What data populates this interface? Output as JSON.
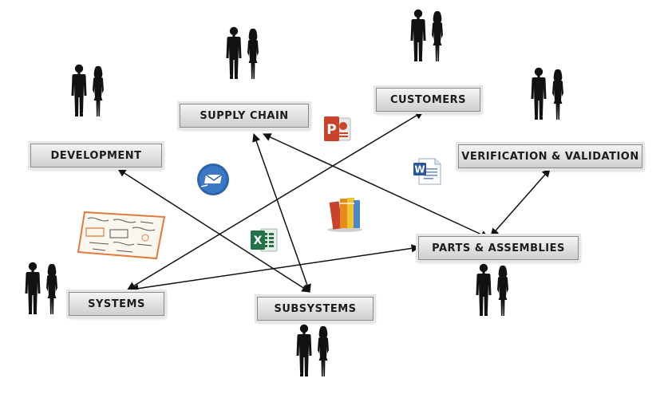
{
  "nodes": {
    "supply_chain": "SUPPLY CHAIN",
    "customers": "CUSTOMERS",
    "development": "DEVELOPMENT",
    "verification": "VERIFICATION & VALIDATION",
    "parts": "PARTS & ASSEMBLIES",
    "systems": "SYSTEMS",
    "subsystems": "SUBSYSTEMS"
  },
  "icons": {
    "powerpoint": "P",
    "word": "W",
    "excel": "X"
  },
  "colors": {
    "silhouette": "#111111",
    "arrow": "#111111",
    "powerpoint": "#c8432b",
    "word": "#2b579a",
    "excel": "#217346",
    "email": "#2d63a8"
  }
}
